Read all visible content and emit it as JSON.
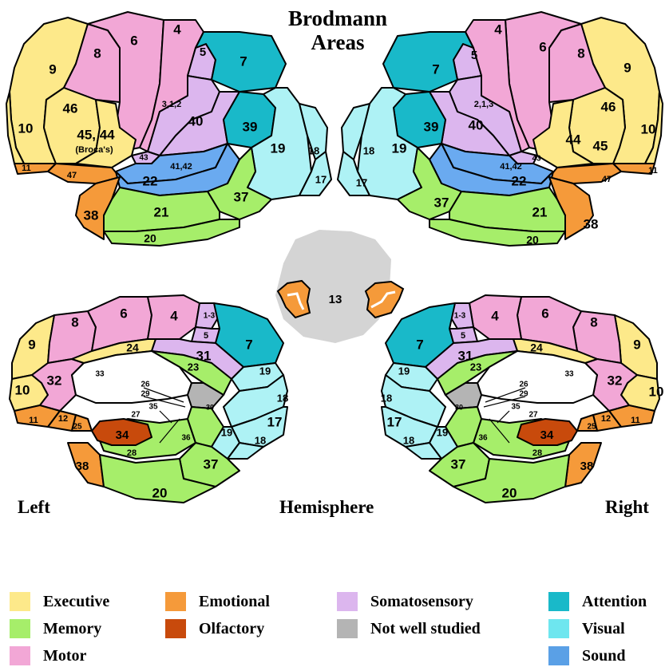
{
  "title_line1": "Brodmann",
  "title_line2": "Areas",
  "labels": {
    "left": "Left",
    "hemisphere": "Hemisphere",
    "right": "Right"
  },
  "colors": {
    "executive": "#fde98a",
    "memory": "#a6ee6a",
    "motor": "#f2a7d6",
    "emotional": "#f59a3a",
    "olfactory": "#c84a0c",
    "somatosensory": "#dcb6ee",
    "not_well_studied": "#b4b4b4",
    "attention": "#19b9c9",
    "visual": "#aef2f5",
    "sound": "#6aaaf0"
  },
  "legend": [
    {
      "label": "Executive",
      "color": "#fde98a"
    },
    {
      "label": "Memory",
      "color": "#a6ee6a"
    },
    {
      "label": "Motor",
      "color": "#f2a7d6"
    },
    {
      "label": "Emotional",
      "color": "#f59a3a"
    },
    {
      "label": "Olfactory",
      "color": "#c84a0c"
    },
    {
      "label": "Somatosensory",
      "color": "#dcb6ee"
    },
    {
      "label": "Not well studied",
      "color": "#b4b4b4"
    },
    {
      "label": "Attention",
      "color": "#19b9c9"
    },
    {
      "label": "Visual",
      "color": "#6ee6ef"
    },
    {
      "label": "Sound",
      "color": "#5aa0e6"
    }
  ],
  "areas": {
    "left_lateral": [
      "6",
      "4",
      "8",
      "5",
      "7",
      "9",
      "46",
      "10",
      "3,1,2",
      "40",
      "39",
      "45, 44",
      "(Broca's)",
      "43",
      "19",
      "18",
      "11",
      "47",
      "41,42",
      "17",
      "22",
      "37",
      "38",
      "21",
      "20"
    ],
    "right_lateral": [
      "4",
      "6",
      "5",
      "8",
      "7",
      "9",
      "2,1,3",
      "46",
      "40",
      "39",
      "10",
      "18",
      "19",
      "44",
      "45",
      "41,42",
      "17",
      "43",
      "47",
      "11",
      "22",
      "37",
      "21",
      "38",
      "20"
    ],
    "center": [
      "13"
    ],
    "left_medial": [
      "6",
      "4",
      "1-3",
      "8",
      "5",
      "9",
      "24",
      "31",
      "7",
      "23",
      "32",
      "33",
      "19",
      "10",
      "26",
      "29",
      "18",
      "30",
      "11",
      "35",
      "27",
      "12",
      "25",
      "17",
      "34",
      "36",
      "19",
      "28",
      "18",
      "38",
      "37",
      "20"
    ],
    "right_medial": [
      "4",
      "6",
      "1-3",
      "8",
      "7",
      "5",
      "9",
      "24",
      "31",
      "23",
      "33",
      "19",
      "32",
      "10",
      "26",
      "29",
      "18",
      "30",
      "35",
      "27",
      "17",
      "12",
      "11",
      "25",
      "34",
      "19",
      "36",
      "18",
      "28",
      "38",
      "37",
      "20"
    ]
  }
}
